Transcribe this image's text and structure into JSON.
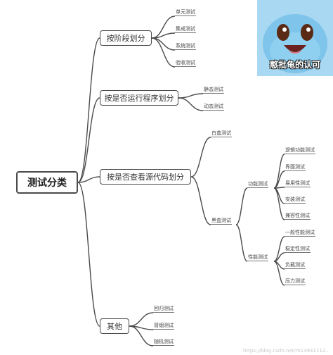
{
  "root": {
    "label": "测试分类"
  },
  "branches": [
    {
      "label": "按阶段划分",
      "children": [
        {
          "label": "单元测试"
        },
        {
          "label": "集成测试"
        },
        {
          "label": "系统测试"
        },
        {
          "label": "验收测试"
        }
      ]
    },
    {
      "label": "按是否运行程序划分",
      "children": [
        {
          "label": "静态测试"
        },
        {
          "label": "动态测试"
        }
      ]
    },
    {
      "label": "按是否查看源代码划分",
      "children": [
        {
          "label": "白盒测试"
        },
        {
          "label": "黑盒测试",
          "children": [
            {
              "label": "功能测试",
              "children": [
                {
                  "label": "逻辑功能测试"
                },
                {
                  "label": "界面测试"
                },
                {
                  "label": "易用性测试"
                },
                {
                  "label": "安装测试"
                },
                {
                  "label": "兼容性测试"
                }
              ]
            },
            {
              "label": "性能测试",
              "children": [
                {
                  "label": "一般性能测试"
                },
                {
                  "label": "稳定性测试"
                },
                {
                  "label": "负载测试"
                },
                {
                  "label": "压力测试"
                }
              ]
            }
          ]
        }
      ]
    },
    {
      "label": "其他",
      "children": [
        {
          "label": "回归测试"
        },
        {
          "label": "冒烟测试"
        },
        {
          "label": "随机测试"
        }
      ]
    }
  ],
  "sticker": {
    "caption": "憨批龟的认可",
    "icon": "squirtle-sticker-icon"
  },
  "watermark": {
    "text": "https://blog.csdn.net/m13941112..."
  },
  "colors": {
    "line": "#4a4a4a",
    "box_border": "#4a4a4a",
    "text": "#333333",
    "sticker_bg": "#a9d8f2"
  }
}
